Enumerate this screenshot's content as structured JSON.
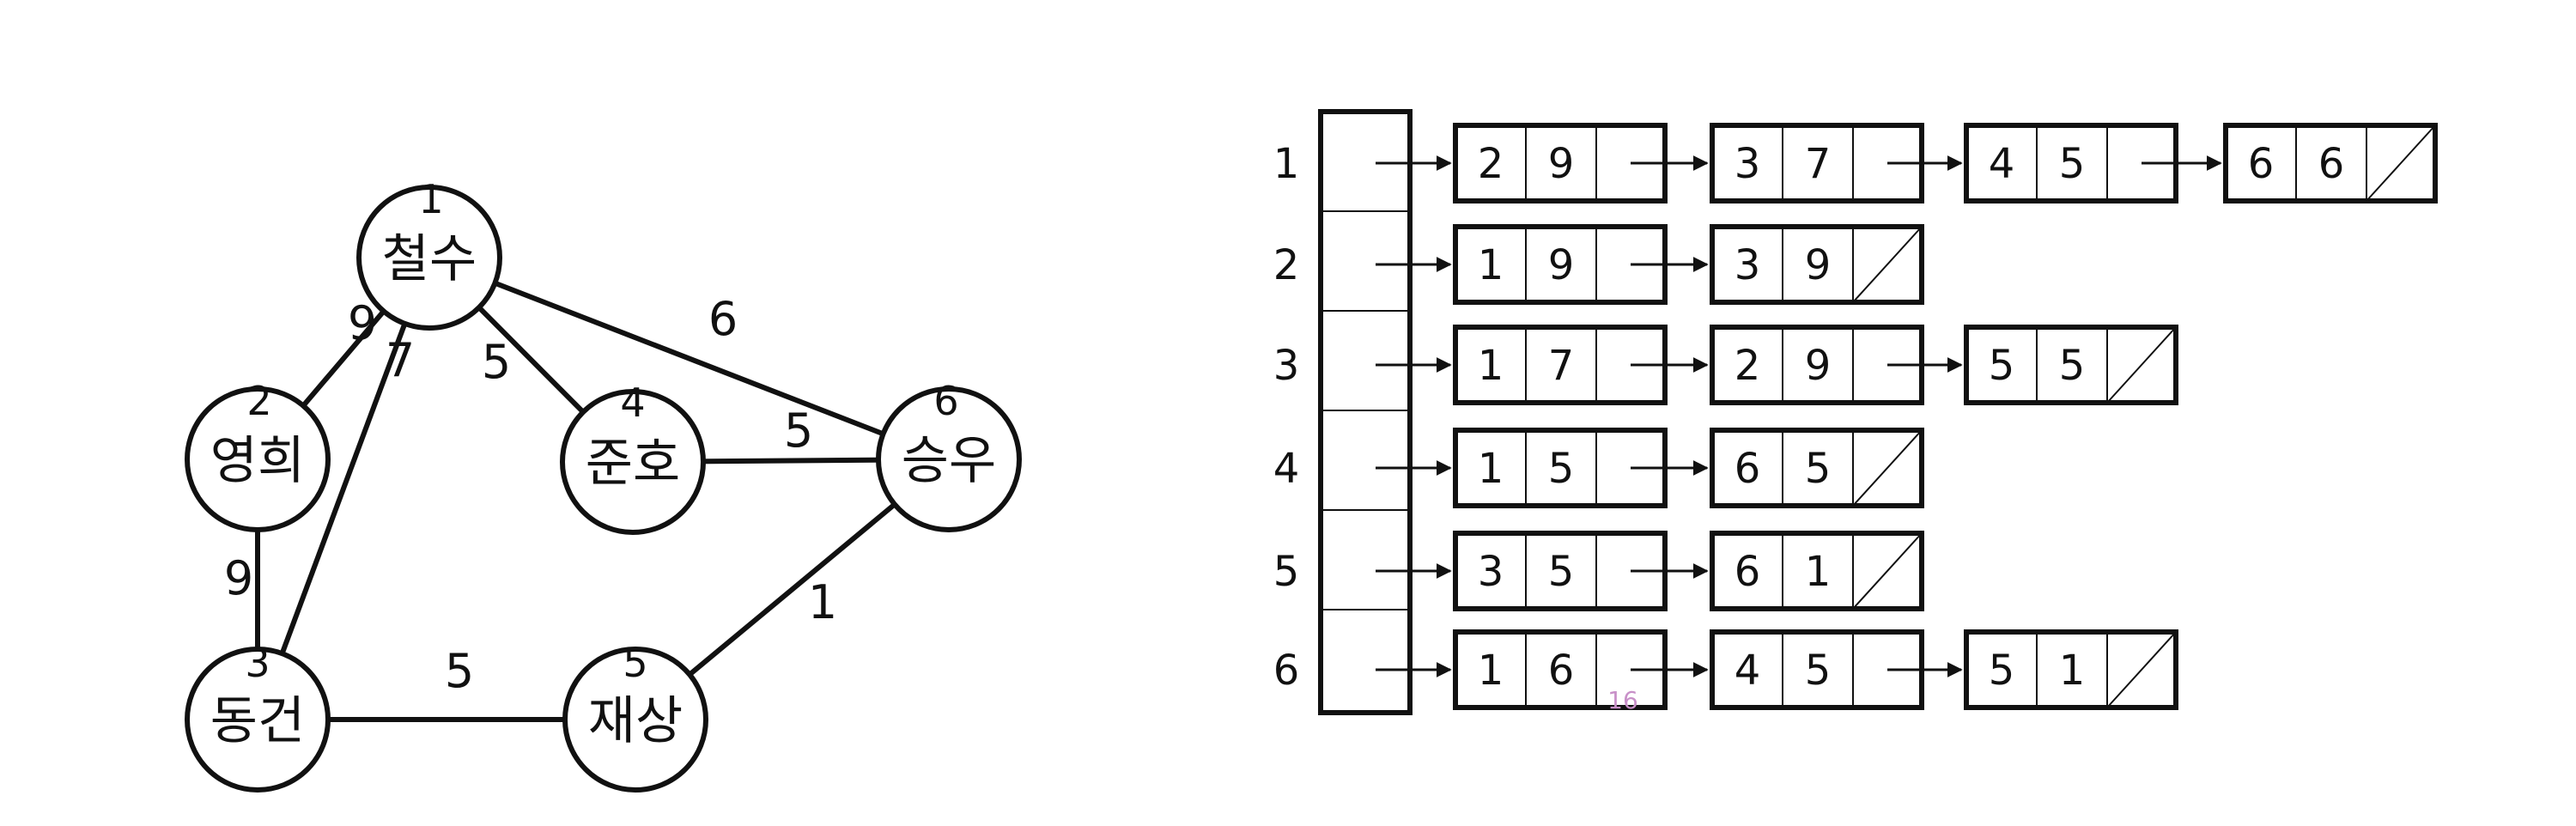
{
  "graph": {
    "nodes": [
      {
        "id": "1",
        "label": "철수"
      },
      {
        "id": "2",
        "label": "영희"
      },
      {
        "id": "3",
        "label": "동건"
      },
      {
        "id": "4",
        "label": "준호"
      },
      {
        "id": "5",
        "label": "재상"
      },
      {
        "id": "6",
        "label": "승우"
      }
    ],
    "edges": [
      {
        "from": "1",
        "to": "2",
        "weight": "9"
      },
      {
        "from": "1",
        "to": "3",
        "weight": "7"
      },
      {
        "from": "1",
        "to": "4",
        "weight": "5"
      },
      {
        "from": "1",
        "to": "6",
        "weight": "6"
      },
      {
        "from": "2",
        "to": "3",
        "weight": "9"
      },
      {
        "from": "4",
        "to": "6",
        "weight": "5"
      },
      {
        "from": "3",
        "to": "5",
        "weight": "5"
      },
      {
        "from": "5",
        "to": "6",
        "weight": "1"
      }
    ]
  },
  "adjacency_list": {
    "rows": [
      {
        "index": "1",
        "nodes": [
          [
            "2",
            "9"
          ],
          [
            "3",
            "7"
          ],
          [
            "4",
            "5"
          ],
          [
            "6",
            "6"
          ]
        ]
      },
      {
        "index": "2",
        "nodes": [
          [
            "1",
            "9"
          ],
          [
            "3",
            "9"
          ]
        ]
      },
      {
        "index": "3",
        "nodes": [
          [
            "1",
            "7"
          ],
          [
            "2",
            "9"
          ],
          [
            "5",
            "5"
          ]
        ]
      },
      {
        "index": "4",
        "nodes": [
          [
            "1",
            "5"
          ],
          [
            "6",
            "5"
          ]
        ]
      },
      {
        "index": "5",
        "nodes": [
          [
            "3",
            "5"
          ],
          [
            "6",
            "1"
          ]
        ]
      },
      {
        "index": "6",
        "nodes": [
          [
            "1",
            "6"
          ],
          [
            "4",
            "5"
          ],
          [
            "5",
            "1"
          ]
        ]
      }
    ]
  },
  "page_number": "16"
}
